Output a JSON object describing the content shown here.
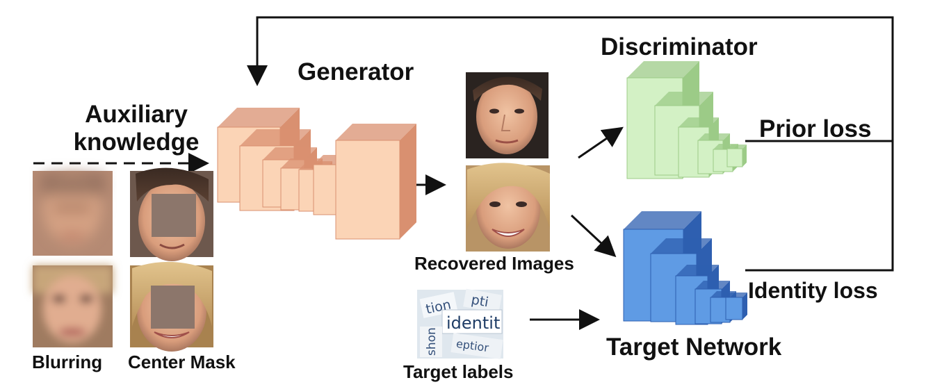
{
  "labels": {
    "generator": "Generator",
    "discriminator": "Discriminator",
    "auxiliary_line1": "Auxiliary",
    "auxiliary_line2": "knowledge",
    "prior_loss": "Prior loss",
    "identity_loss": "Identity loss",
    "recovered_images": "Recovered Images",
    "target_network": "Target Network",
    "target_labels": "Target labels",
    "blurring": "Blurring",
    "center_mask": "Center Mask"
  },
  "target_label_words": {
    "main": "identit",
    "fragment_top": "tion",
    "fragment_right": "pti",
    "fragment_left": "shon",
    "fragment_bottom": "eptior"
  },
  "colors": {
    "generator_front": "#fbd4b6",
    "generator_side": "#d99070",
    "discriminator_front": "#d3f1c5",
    "discriminator_side": "#9ccb87",
    "target_front": "#5f9be4",
    "target_side": "#2e5fb0",
    "mask_gray": "#8c766b",
    "arrow": "#111111"
  },
  "icons": {
    "blurred_face_1": "blurred-face-icon",
    "blurred_face_2": "blurred-face-icon",
    "masked_face_1": "masked-face-icon",
    "masked_face_2": "masked-face-icon",
    "recovered_face_1": "face-photo-icon",
    "recovered_face_2": "face-photo-icon",
    "target_labels": "word-collage-icon"
  }
}
